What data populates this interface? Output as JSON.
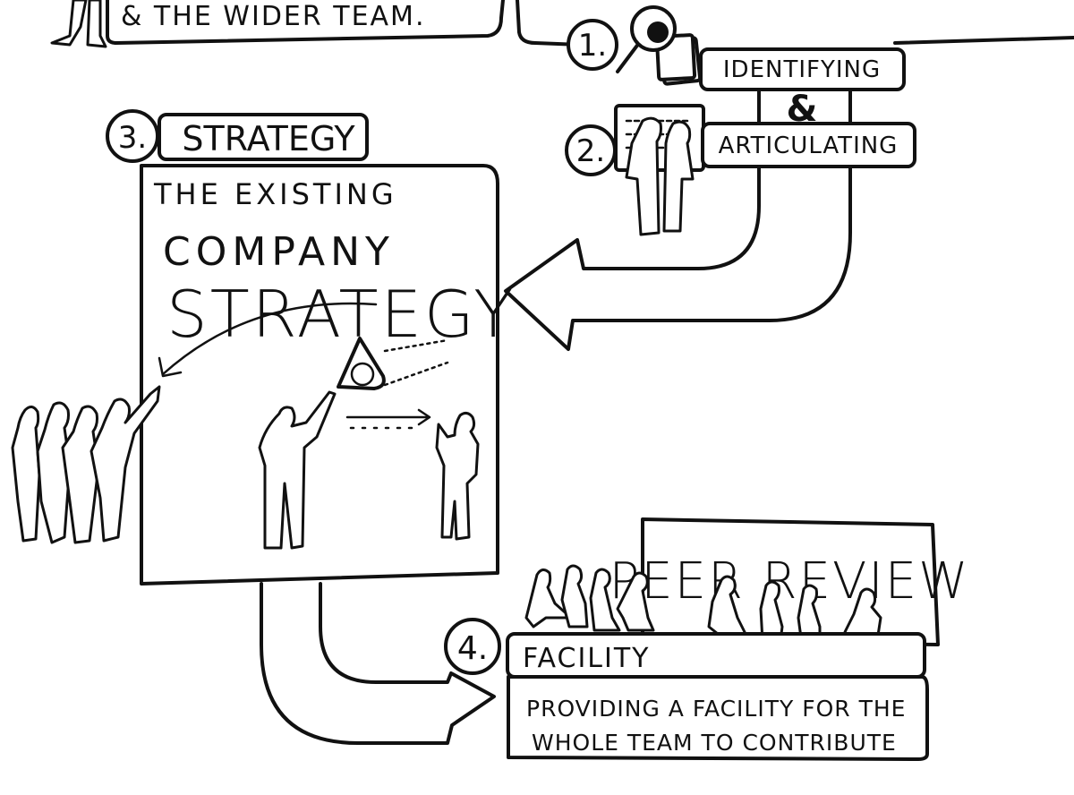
{
  "top_left_note": "& THE WIDER TEAM.",
  "steps": [
    {
      "number": "1.",
      "title": "IDENTIFYING"
    },
    {
      "connector": "&"
    },
    {
      "number": "2.",
      "title": "ARTICULATING"
    },
    {
      "number": "3.",
      "title": "STRATEGY"
    },
    {
      "number": "4.",
      "title": "FACILITY"
    }
  ],
  "strategy_panel": {
    "line1": "THE EXISTING",
    "line2": "COMPANY",
    "line3": "STRATEGY"
  },
  "peer_review_label": "PEER REVIEW",
  "facility_description": {
    "line1": "PROVIDING A FACILITY FOR THE",
    "line2": "WHOLE TEAM TO CONTRIBUTE"
  }
}
